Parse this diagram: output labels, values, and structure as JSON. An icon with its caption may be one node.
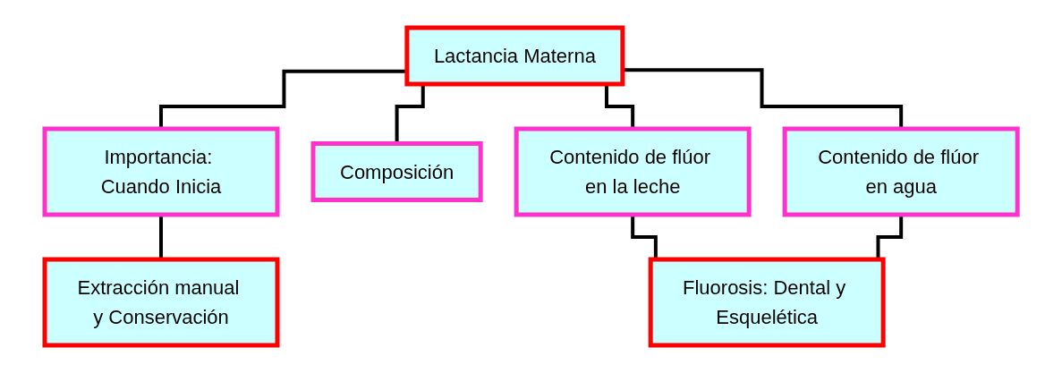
{
  "diagram": {
    "nodes": [
      {
        "text": [
          "Lactancia Materna"
        ]
      },
      {
        "text": [
          "Importancia: Cuando Inicia"
        ]
      },
      {
        "text": [
          "Composición"
        ]
      },
      {
        "text": [
          "Contenido de flúor en la leche"
        ]
      },
      {
        "text": [
          "Contenido de flúor en agua"
        ]
      },
      {
        "text": [
          "Extracción manual y Conservación"
        ]
      },
      {
        "text": [
          "Fluorosis: Dental y Esquelética"
        ]
      }
    ],
    "edges": [
      {
        "from": 0,
        "to": 1,
        "arrow": "none"
      },
      {
        "from": 0,
        "to": 2,
        "arrow": "none"
      },
      {
        "from": 0,
        "to": 3,
        "arrow": "none"
      },
      {
        "from": 0,
        "to": 4,
        "arrow": "none"
      },
      {
        "from": 1,
        "to": 5,
        "arrow": "none"
      },
      {
        "from": 3,
        "to": 6,
        "arrow": "none"
      },
      {
        "from": 4,
        "to": 6,
        "arrow": "none"
      }
    ]
  }
}
